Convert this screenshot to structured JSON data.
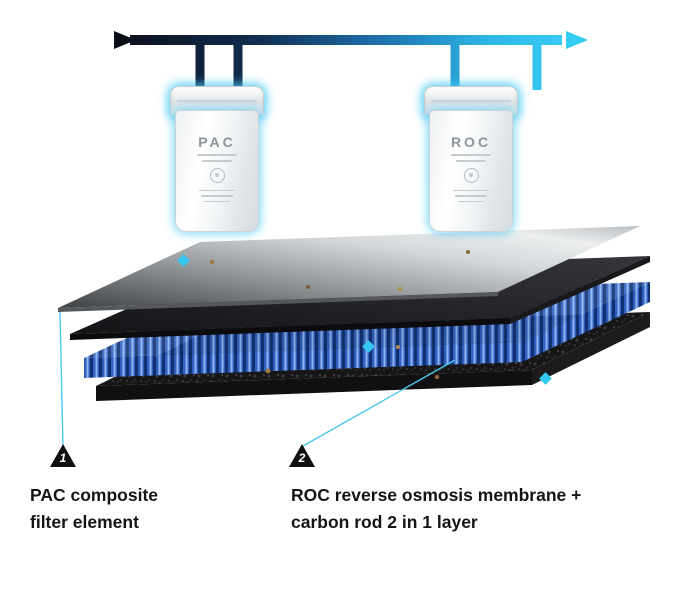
{
  "cartridges": [
    {
      "name": "PAC"
    },
    {
      "name": "ROC"
    }
  ],
  "callouts": [
    {
      "number": "1",
      "line1": "PAC composite",
      "line2": "filter element"
    },
    {
      "number": "2",
      "line1": "ROC reverse osmosis membrane +",
      "line2": "carbon rod 2 in 1 layer"
    }
  ],
  "colors": {
    "accent_cyan": "#35c8f0",
    "pipe_dark": "#0b0d17",
    "membrane_blue": "#2f5fc0",
    "carbon_black": "#161617",
    "sheet_gray": "#c7cbcd"
  }
}
